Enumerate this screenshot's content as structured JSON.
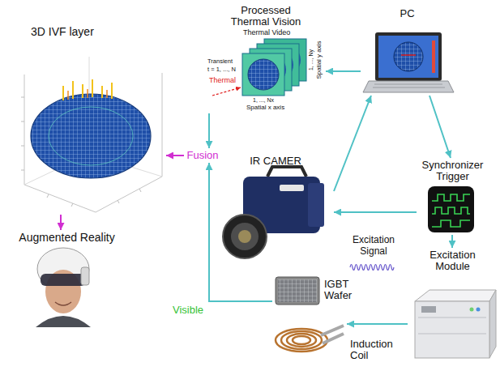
{
  "diagram": {
    "nodes": [
      {
        "text": [
          "Processed Thermal Vision"
        ]
      },
      {
        "text": [
          "PC"
        ]
      },
      {
        "text": [
          "3D IVF layer"
        ]
      },
      {
        "text": [
          "Fusion"
        ]
      },
      {
        "text": [
          "IR CAMER"
        ]
      },
      {
        "text": [
          "Synchronizer Trigger"
        ]
      },
      {
        "text": [
          "Augmented Reality"
        ]
      },
      {
        "text": [
          "Excitation Module"
        ]
      },
      {
        "text": [
          "IGBT Wafer"
        ]
      },
      {
        "text": [
          "Induction Coil"
        ]
      }
    ],
    "edges": [
      {
        "from": 1,
        "to": 0,
        "arrow": "to"
      },
      {
        "from": 4,
        "to": 1,
        "arrow": "to"
      },
      {
        "from": 1,
        "to": 5,
        "arrow": "to"
      },
      {
        "from": 5,
        "to": 4,
        "arrow": "to"
      },
      {
        "from": 5,
        "to": 7,
        "arrow": "to"
      },
      {
        "from": 7,
        "to": 9,
        "label": "Excitation Signal",
        "arrow": "to"
      },
      {
        "from": 0,
        "to": 3,
        "arrow": "to"
      },
      {
        "from": 8,
        "to": 3,
        "label": "Visible",
        "arrow": "to"
      },
      {
        "from": 3,
        "to": 2,
        "arrow": "to"
      },
      {
        "from": 2,
        "to": 6,
        "arrow": "to"
      }
    ],
    "labels": [
      "Thermal Video",
      "Transient",
      "t = 1, ..., N",
      "Thermal",
      "1, ..., Nx",
      "Spatial x axis",
      "1, ..., Ny",
      "Spatial y axis"
    ]
  }
}
